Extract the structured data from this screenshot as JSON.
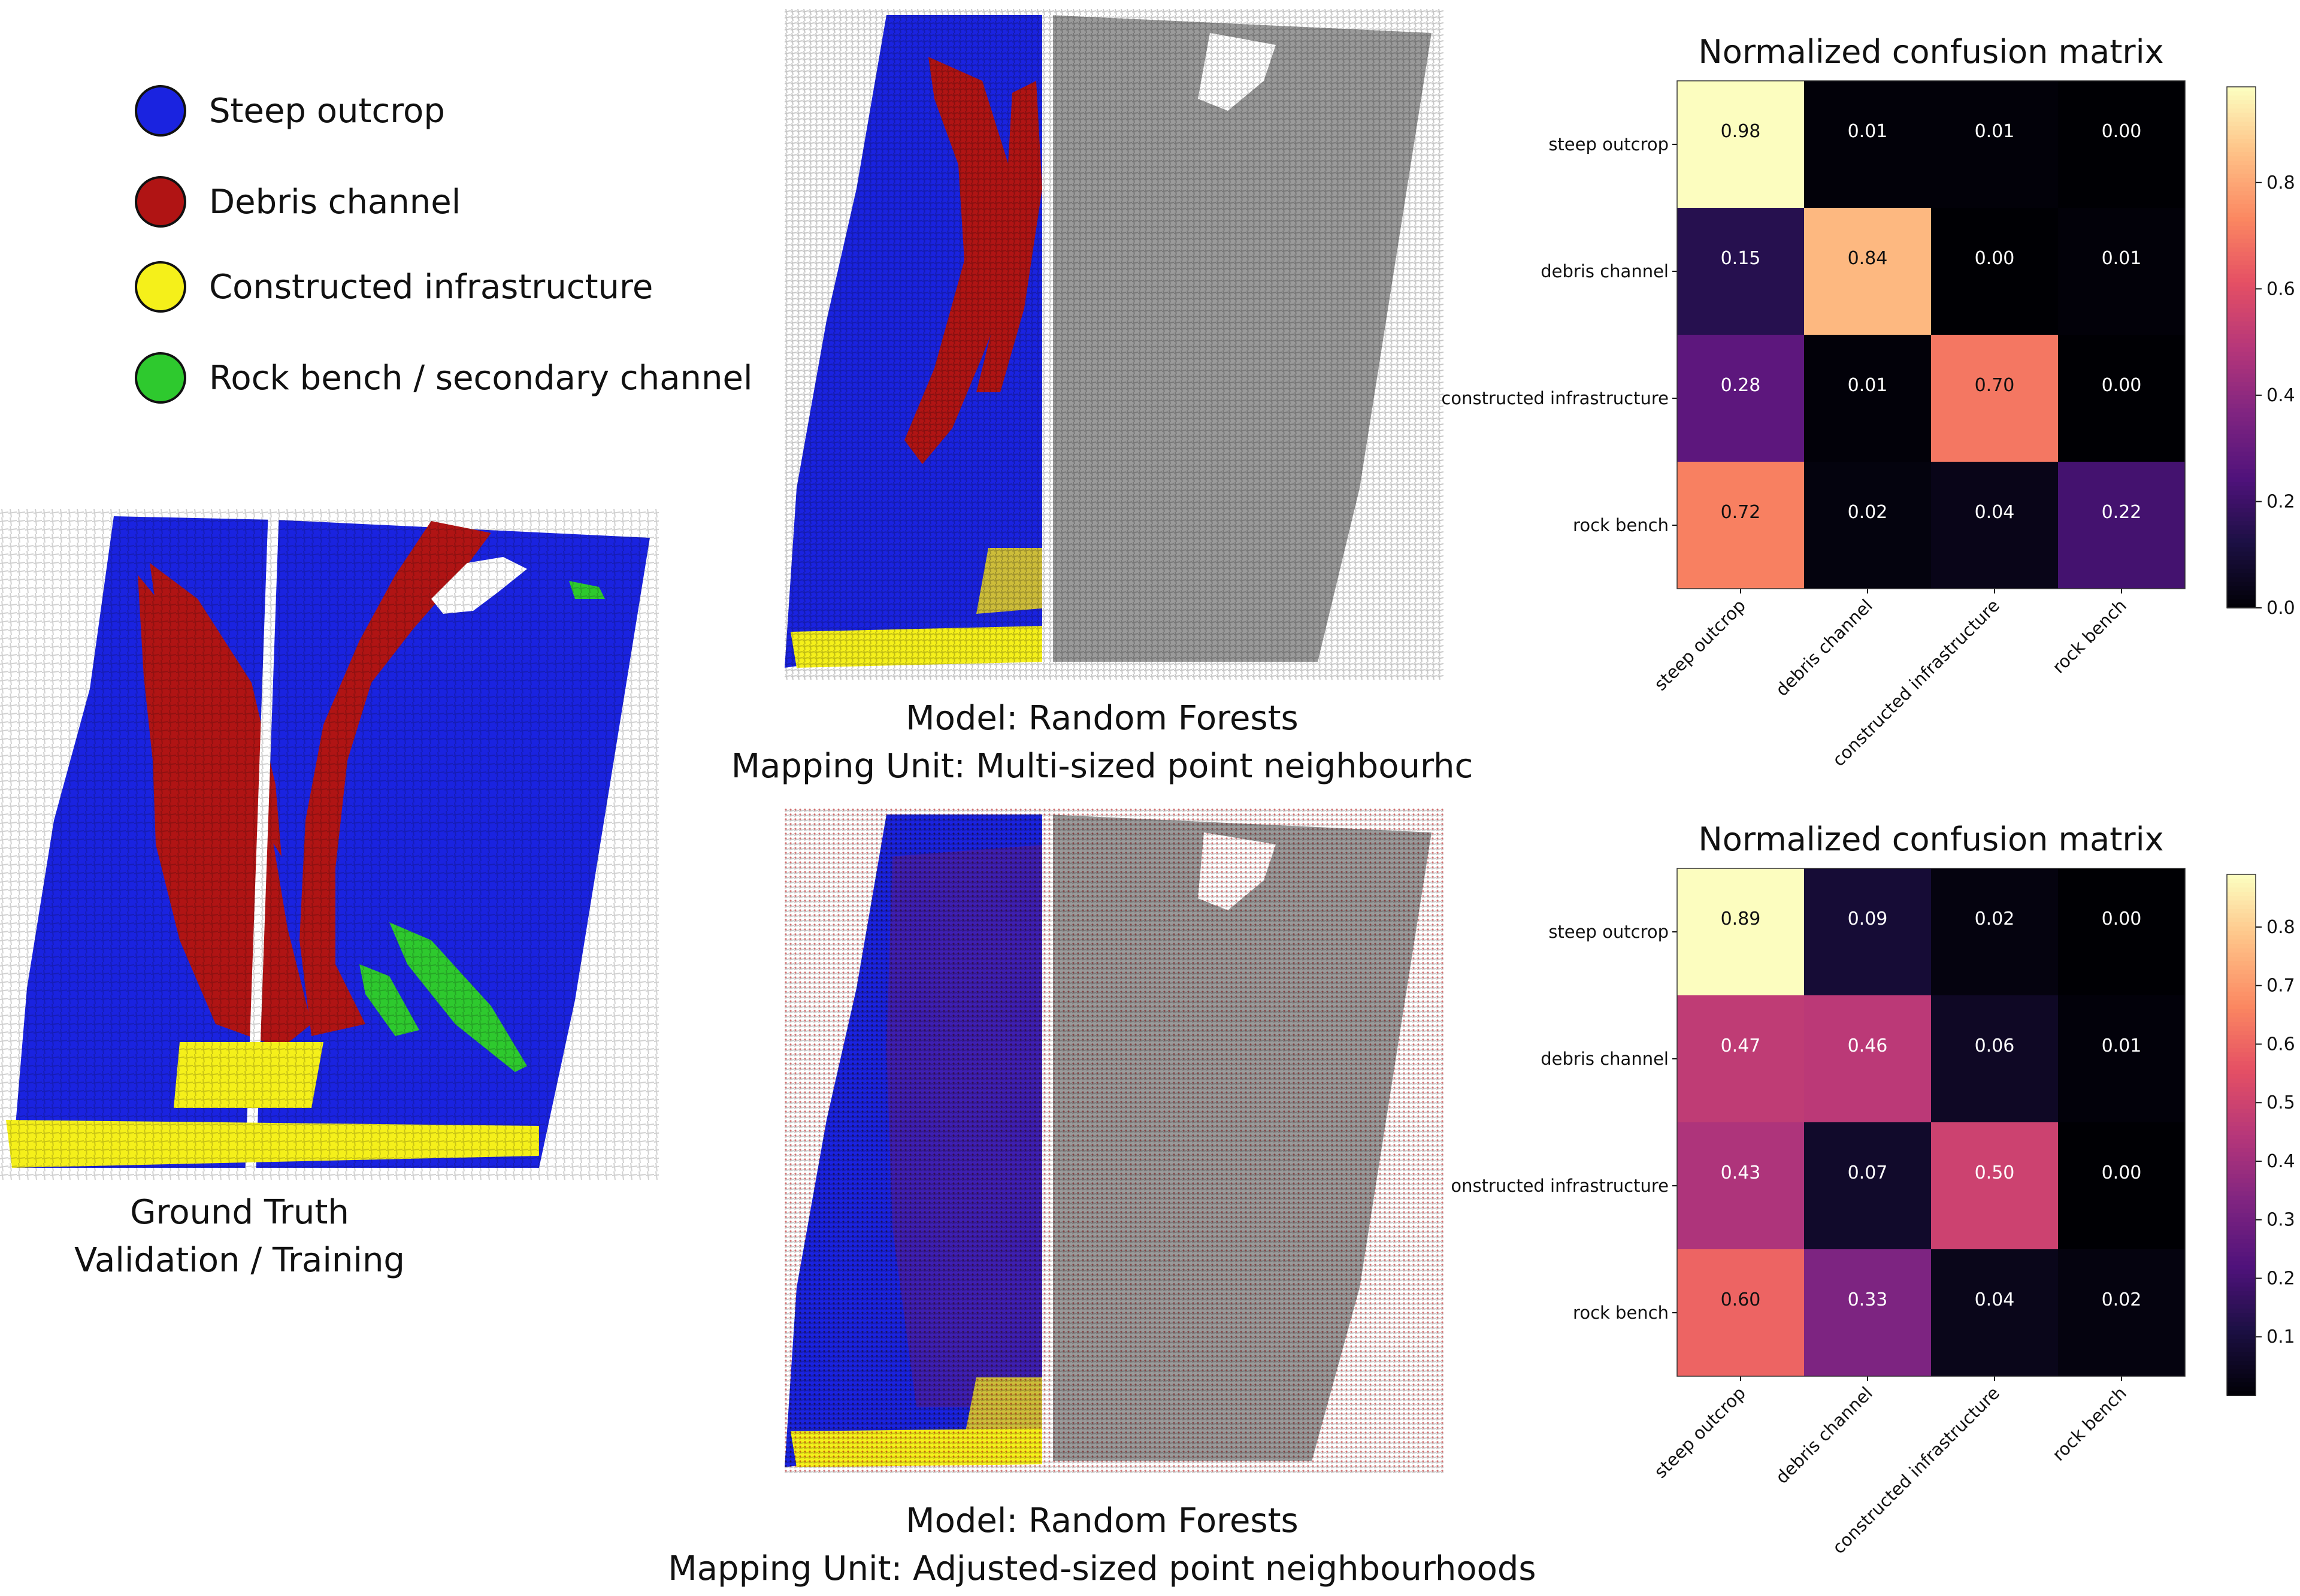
{
  "legend": [
    {
      "label": "Steep outcrop",
      "color": "#1a23e0"
    },
    {
      "label": "Debris channel",
      "color": "#b01414"
    },
    {
      "label": "Constructed infrastructure",
      "color": "#f5f01a"
    },
    {
      "label": "Rock bench / secondary channel",
      "color": "#2ec92e"
    }
  ],
  "captions": {
    "ground_truth": [
      "Ground Truth",
      "Validation / Training"
    ],
    "top_model": [
      "Model: Random Forests",
      "Mapping Unit: Multi-sized point neighbourhc"
    ],
    "bottom_model": [
      "Model: Random Forests",
      "Mapping Unit: Adjusted-sized point neighbourhoods"
    ]
  },
  "colors": {
    "steep_outcrop": "#1a23e0",
    "debris_channel": "#b01414",
    "infrastructure": "#f5f01a",
    "rock_bench": "#2ec92e",
    "hillshade": "#9a9a9a"
  },
  "chart_data": [
    {
      "type": "heatmap",
      "title": "Normalized confusion matrix",
      "row_labels": [
        "steep outcrop",
        "debris channel",
        "constructed infrastructure",
        "rock bench"
      ],
      "col_labels": [
        "steep outcrop",
        "debris channel",
        "constructed infrastructure",
        "rock bench"
      ],
      "values": [
        [
          0.98,
          0.01,
          0.01,
          0.0
        ],
        [
          0.15,
          0.84,
          0.0,
          0.01
        ],
        [
          0.28,
          0.01,
          0.7,
          0.0
        ],
        [
          0.72,
          0.02,
          0.04,
          0.22
        ]
      ],
      "colormap": "magma",
      "vmin": 0.0,
      "vmax": 0.98,
      "colorbar_ticks": [
        "0.0",
        "0.2",
        "0.4",
        "0.6",
        "0.8"
      ],
      "colorbar_tick_values": [
        0.0,
        0.2,
        0.4,
        0.6,
        0.8
      ]
    },
    {
      "type": "heatmap",
      "title": "Normalized confusion matrix",
      "row_labels": [
        "steep outcrop",
        "debris channel",
        "onstructed infrastructure",
        "rock bench"
      ],
      "col_labels": [
        "steep outcrop",
        "debris channel",
        "constructed infrastructure",
        "rock bench"
      ],
      "values": [
        [
          0.89,
          0.09,
          0.02,
          0.0
        ],
        [
          0.47,
          0.46,
          0.06,
          0.01
        ],
        [
          0.43,
          0.07,
          0.5,
          0.0
        ],
        [
          0.6,
          0.33,
          0.04,
          0.02
        ]
      ],
      "colormap": "magma",
      "vmin": 0.0,
      "vmax": 0.89,
      "colorbar_ticks": [
        "0.1",
        "0.2",
        "0.3",
        "0.4",
        "0.5",
        "0.6",
        "0.7",
        "0.8"
      ],
      "colorbar_tick_values": [
        0.1,
        0.2,
        0.3,
        0.4,
        0.5,
        0.6,
        0.7,
        0.8
      ]
    }
  ]
}
